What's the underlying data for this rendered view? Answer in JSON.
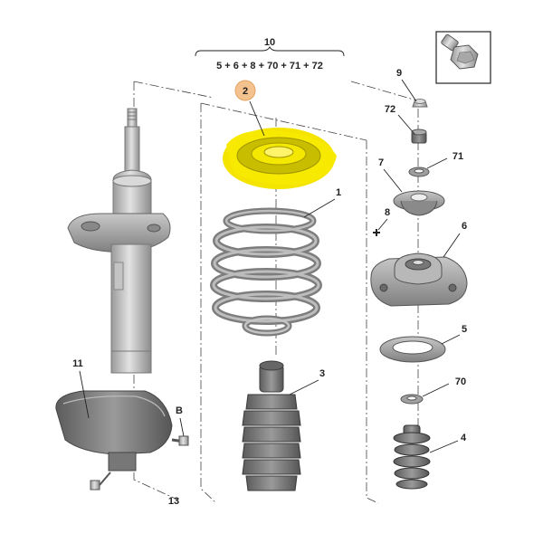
{
  "diagram": {
    "assembly": {
      "number": "10",
      "formula": "5 + 6 + 8 + 70 + 71 + 72"
    },
    "callouts": {
      "p1": "1",
      "p2": "2",
      "p3": "3",
      "p4": "4",
      "p5": "5",
      "p6": "6",
      "p7": "7",
      "p8": "8",
      "p9": "9",
      "p11": "11",
      "p13": "13",
      "pB": "B",
      "p70": "70",
      "p71": "71",
      "p72": "72"
    },
    "highlight": {
      "part": "2",
      "color": "#f5e400"
    },
    "colors": {
      "part_fill": "#b4b4b4",
      "part_dark": "#7a7a7a",
      "part_light": "#d6d6d6",
      "callout_badge": "#f3c28f"
    }
  }
}
